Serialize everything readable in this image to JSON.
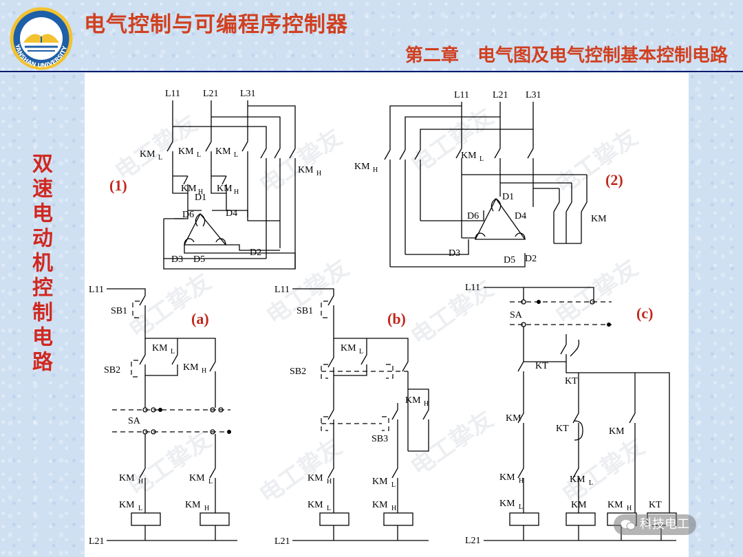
{
  "header": {
    "course_title": "电气控制与可编程序控制器",
    "chapter_title": "第二章   电气图及电气控制基本控制电路",
    "logo_text": "YANSHAN UNIVERSITY"
  },
  "side_title": "双速电动机控制电路",
  "watermark": "电工挚友",
  "brand": "科技电工",
  "figure_tags": {
    "fig1": "(1)",
    "fig2": "(2)",
    "figa": "(a)",
    "figb": "(b)",
    "figc": "(c)"
  },
  "labels": {
    "L11": "L11",
    "L21": "L21",
    "L31": "L31",
    "KM": "KM",
    "KT": "KT",
    "SA": "SA",
    "SB1": "SB1",
    "SB2": "SB2",
    "SB3": "SB3",
    "sub_L": "L",
    "sub_H": "H",
    "D1": "D1",
    "D2": "D2",
    "D3": "D3",
    "D4": "D4",
    "D5": "D5",
    "D6": "D6"
  },
  "colors": {
    "accent": "#d04020",
    "rule": "#0a1a70",
    "panel": "#ffffff",
    "background": "#cfe0f2"
  }
}
